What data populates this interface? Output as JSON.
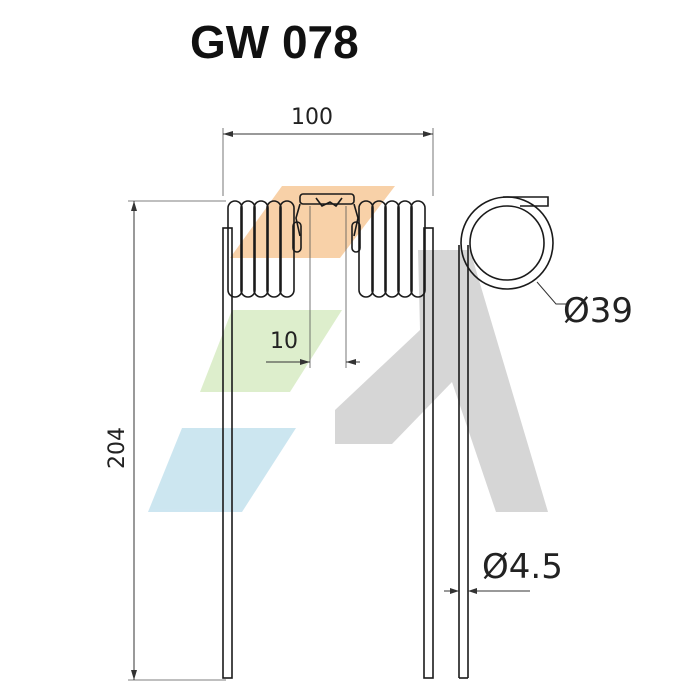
{
  "title": "GW 078",
  "dimensions": {
    "overall_width": "100",
    "overall_height": "204",
    "gap": "10",
    "coil_diameter": "Ø39",
    "wire_diameter": "Ø4.5"
  },
  "watermark_colors": {
    "orange": "#f7c99a",
    "green": "#d8ecc4",
    "blue": "#c4e2ee",
    "grey": "#cfcfcf"
  }
}
